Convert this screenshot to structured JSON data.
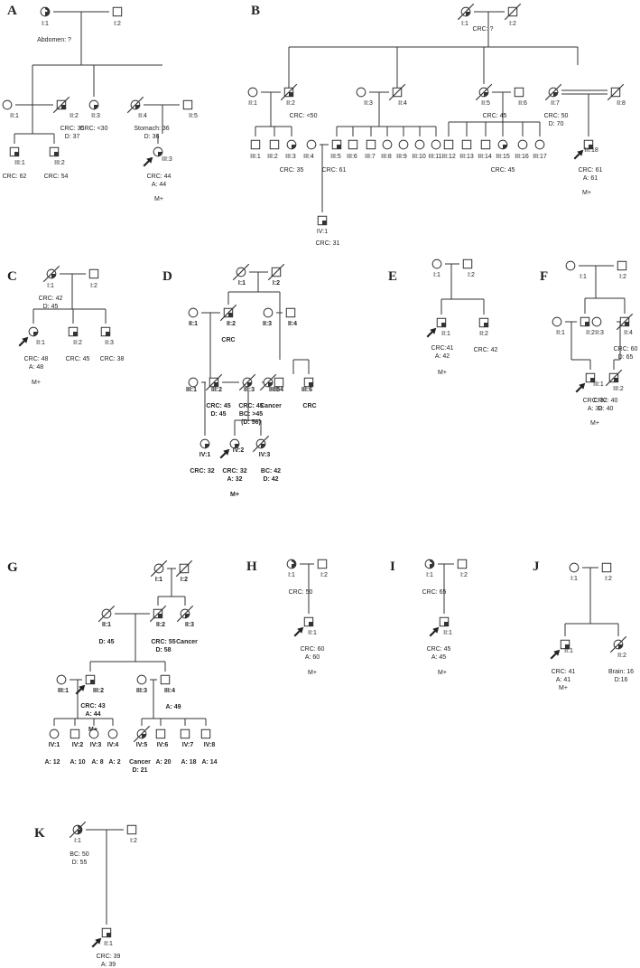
{
  "panels": [
    {
      "letter": "A",
      "texts": [
        "Abdomen: ?"
      ],
      "people": [
        {
          "label": "I:1",
          "texts": []
        },
        {
          "label": "I:2",
          "texts": []
        },
        {
          "label": "II:1",
          "texts": []
        },
        {
          "label": "II:2",
          "texts": [
            "CRC: 35",
            "D: 37"
          ]
        },
        {
          "label": "II:3",
          "texts": [
            "CRC: <30"
          ]
        },
        {
          "label": "II:4",
          "texts": [
            "Stomach: 36",
            "D: 36"
          ]
        },
        {
          "label": "II:5",
          "texts": []
        },
        {
          "label": "III:1",
          "texts": [
            "CRC: 62"
          ]
        },
        {
          "label": "III:2",
          "texts": [
            "CRC: 54"
          ]
        },
        {
          "label": "III:3",
          "texts": [
            "CRC: 44",
            "A: 44",
            "M+"
          ]
        }
      ]
    },
    {
      "letter": "B",
      "texts": [
        "CRC: ?"
      ],
      "people": [
        {
          "label": "I:1",
          "texts": []
        },
        {
          "label": "I:2",
          "texts": []
        },
        {
          "label": "II:1",
          "texts": []
        },
        {
          "label": "II:2",
          "texts": [
            "CRC: <50"
          ]
        },
        {
          "label": "II:3",
          "texts": []
        },
        {
          "label": "II:4",
          "texts": []
        },
        {
          "label": "II:5",
          "texts": [
            "CRC: 45"
          ]
        },
        {
          "label": "II:6",
          "texts": []
        },
        {
          "label": "II:7",
          "texts": [
            "CRC: 50",
            "D: 70"
          ]
        },
        {
          "label": "II:8",
          "texts": []
        },
        {
          "label": "III:1",
          "texts": []
        },
        {
          "label": "III:2",
          "texts": []
        },
        {
          "label": "III:3",
          "texts": [
            "CRC: 35"
          ]
        },
        {
          "label": "III:4",
          "texts": []
        },
        {
          "label": "III:5",
          "texts": [
            "CRC: 61"
          ]
        },
        {
          "label": "III:6",
          "texts": []
        },
        {
          "label": "III:7",
          "texts": []
        },
        {
          "label": "III:8",
          "texts": []
        },
        {
          "label": "III:9",
          "texts": []
        },
        {
          "label": "III:10",
          "texts": []
        },
        {
          "label": "III:11",
          "texts": []
        },
        {
          "label": "III:12",
          "texts": []
        },
        {
          "label": "III:13",
          "texts": []
        },
        {
          "label": "III:14",
          "texts": []
        },
        {
          "label": "III:15",
          "texts": [
            "CRC: 45"
          ]
        },
        {
          "label": "III:16",
          "texts": []
        },
        {
          "label": "III:17",
          "texts": []
        },
        {
          "label": "III:18",
          "texts": [
            "CRC: 61",
            "A: 61",
            "M+"
          ]
        },
        {
          "label": "IV:1",
          "texts": [
            "CRC: 31"
          ]
        }
      ]
    },
    {
      "letter": "C",
      "texts": [],
      "people": [
        {
          "label": "I:1",
          "texts": [
            "CRC: 42",
            "D: 45"
          ]
        },
        {
          "label": "I:2",
          "texts": []
        },
        {
          "label": "II:1",
          "texts": [
            "CRC: 48",
            "A: 48",
            "M+"
          ]
        },
        {
          "label": "II:2",
          "texts": [
            "CRC: 45"
          ]
        },
        {
          "label": "II:3",
          "texts": [
            "CRC: 38"
          ]
        }
      ]
    },
    {
      "letter": "D",
      "texts": [],
      "people": [
        {
          "label": "I:1",
          "texts": []
        },
        {
          "label": "I:2",
          "texts": []
        },
        {
          "label": "II:1",
          "texts": []
        },
        {
          "label": "II:2",
          "texts": [
            "CRC"
          ]
        },
        {
          "label": "II:3",
          "texts": []
        },
        {
          "label": "II:4",
          "texts": []
        },
        {
          "label": "III:1",
          "texts": []
        },
        {
          "label": "III:2",
          "texts": [
            "CRC: 45",
            "D: 45"
          ]
        },
        {
          "label": "III:3",
          "texts": [
            "CRC: 45",
            "BC: >45",
            "(D: 56)"
          ]
        },
        {
          "label": "III:4",
          "texts": []
        },
        {
          "label": "III:5",
          "texts": [
            "Cancer"
          ]
        },
        {
          "label": "III:6",
          "texts": [
            "CRC"
          ]
        },
        {
          "label": "IV:1",
          "texts": [
            "CRC: 32"
          ]
        },
        {
          "label": "IV:2",
          "texts": [
            "CRC: 32",
            "A: 32",
            "M+"
          ]
        },
        {
          "label": "IV:3",
          "texts": [
            "BC: 42",
            "D: 42"
          ]
        }
      ]
    },
    {
      "letter": "E",
      "texts": [],
      "people": [
        {
          "label": "I:1",
          "texts": []
        },
        {
          "label": "I:2",
          "texts": []
        },
        {
          "label": "II:1",
          "texts": [
            "CRC:41",
            "A: 42",
            "M+"
          ]
        },
        {
          "label": "II:2",
          "texts": [
            "CRC: 42"
          ]
        }
      ]
    },
    {
      "letter": "F",
      "texts": [],
      "people": [
        {
          "label": "I:1",
          "texts": []
        },
        {
          "label": "I:2",
          "texts": []
        },
        {
          "label": "II:1",
          "texts": []
        },
        {
          "label": "II:2",
          "texts": [
            "CRC: 59"
          ]
        },
        {
          "label": "II:3",
          "texts": []
        },
        {
          "label": "II:4",
          "texts": [
            "CRC: 60",
            "D: 65"
          ]
        },
        {
          "label": "III:1",
          "texts": [
            "CRC: 32",
            "A: 32",
            "M+"
          ]
        },
        {
          "label": "III:2",
          "texts": [
            "CRC: 40",
            "D: 40"
          ]
        }
      ]
    },
    {
      "letter": "G",
      "texts": [],
      "people": [
        {
          "label": "I:1",
          "texts": []
        },
        {
          "label": "I:2",
          "texts": []
        },
        {
          "label": "II:1",
          "texts": [
            "D: 45"
          ]
        },
        {
          "label": "II:2",
          "texts": [
            "CRC: 55",
            "D: 58"
          ]
        },
        {
          "label": "II:3",
          "texts": [
            "Cancer"
          ]
        },
        {
          "label": "III:1",
          "texts": []
        },
        {
          "label": "III:2",
          "texts": [
            "CRC: 43",
            "A: 44",
            "M+"
          ]
        },
        {
          "label": "III:3",
          "texts": []
        },
        {
          "label": "III:4",
          "texts": [
            "A: 49"
          ]
        },
        {
          "label": "IV:1",
          "texts": [
            "A: 12"
          ]
        },
        {
          "label": "IV:2",
          "texts": [
            "A: 10"
          ]
        },
        {
          "label": "IV:3",
          "texts": [
            "A: 8"
          ]
        },
        {
          "label": "IV:4",
          "texts": [
            "A: 2"
          ]
        },
        {
          "label": "IV:5",
          "texts": [
            "Cancer",
            "D: 21"
          ]
        },
        {
          "label": "IV:6",
          "texts": [
            "A: 20"
          ]
        },
        {
          "label": "IV:7",
          "texts": [
            "A: 18"
          ]
        },
        {
          "label": "IV:8",
          "texts": [
            "A: 14"
          ]
        }
      ]
    },
    {
      "letter": "H",
      "texts": [],
      "people": [
        {
          "label": "I:1",
          "texts": [
            "CRC: 50"
          ]
        },
        {
          "label": "I:2",
          "texts": []
        },
        {
          "label": "II:1",
          "texts": [
            "CRC: 60",
            "A: 60",
            "M+"
          ]
        }
      ]
    },
    {
      "letter": "I",
      "texts": [],
      "people": [
        {
          "label": "I:1",
          "texts": [
            "CRC: 65"
          ]
        },
        {
          "label": "I:2",
          "texts": []
        },
        {
          "label": "II:1",
          "texts": [
            "CRC: 45",
            "A: 45",
            "M+"
          ]
        }
      ]
    },
    {
      "letter": "J",
      "texts": [],
      "people": [
        {
          "label": "I:1",
          "texts": []
        },
        {
          "label": "I:2",
          "texts": []
        },
        {
          "label": "II:1",
          "texts": [
            "CRC: 41",
            "A: 41",
            "M+"
          ]
        },
        {
          "label": "II:2",
          "texts": [
            "Brain: 16",
            "D:16"
          ]
        }
      ]
    },
    {
      "letter": "K",
      "texts": [],
      "people": [
        {
          "label": "I:1",
          "texts": [
            "BC: 50",
            "D: 55"
          ]
        },
        {
          "label": "I:2",
          "texts": []
        },
        {
          "label": "II:1",
          "texts": [
            "CRC: 39",
            "A: 39",
            "M+"
          ]
        }
      ]
    }
  ]
}
